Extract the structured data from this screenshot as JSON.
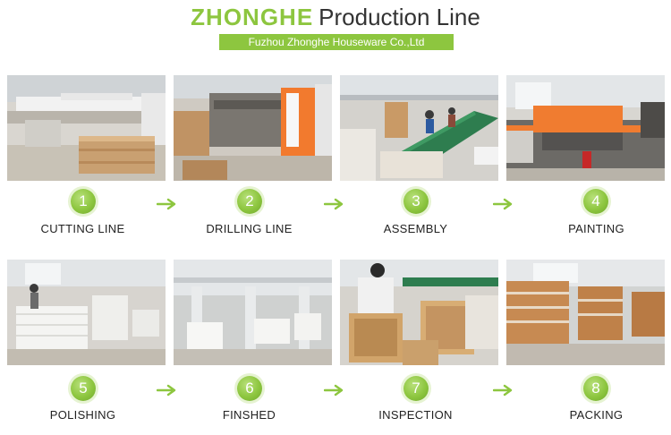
{
  "header": {
    "brand": "ZHONGHE",
    "title": "Production Line",
    "subtitle": "Fuzhou Zhonghe Houseware Co.,Ltd"
  },
  "steps": [
    {
      "number": "1",
      "label": "CUTTING LINE"
    },
    {
      "number": "2",
      "label": "DRILLING LINE"
    },
    {
      "number": "3",
      "label": "ASSEMBLY"
    },
    {
      "number": "4",
      "label": "PAINTING"
    },
    {
      "number": "5",
      "label": "POLISHING"
    },
    {
      "number": "6",
      "label": "FINSHED"
    },
    {
      "number": "7",
      "label": "INSPECTION"
    },
    {
      "number": "8",
      "label": "PACKING"
    }
  ],
  "colors": {
    "accent": "#8dc63f",
    "text": "#222222",
    "arrow": "#8dc63f"
  }
}
